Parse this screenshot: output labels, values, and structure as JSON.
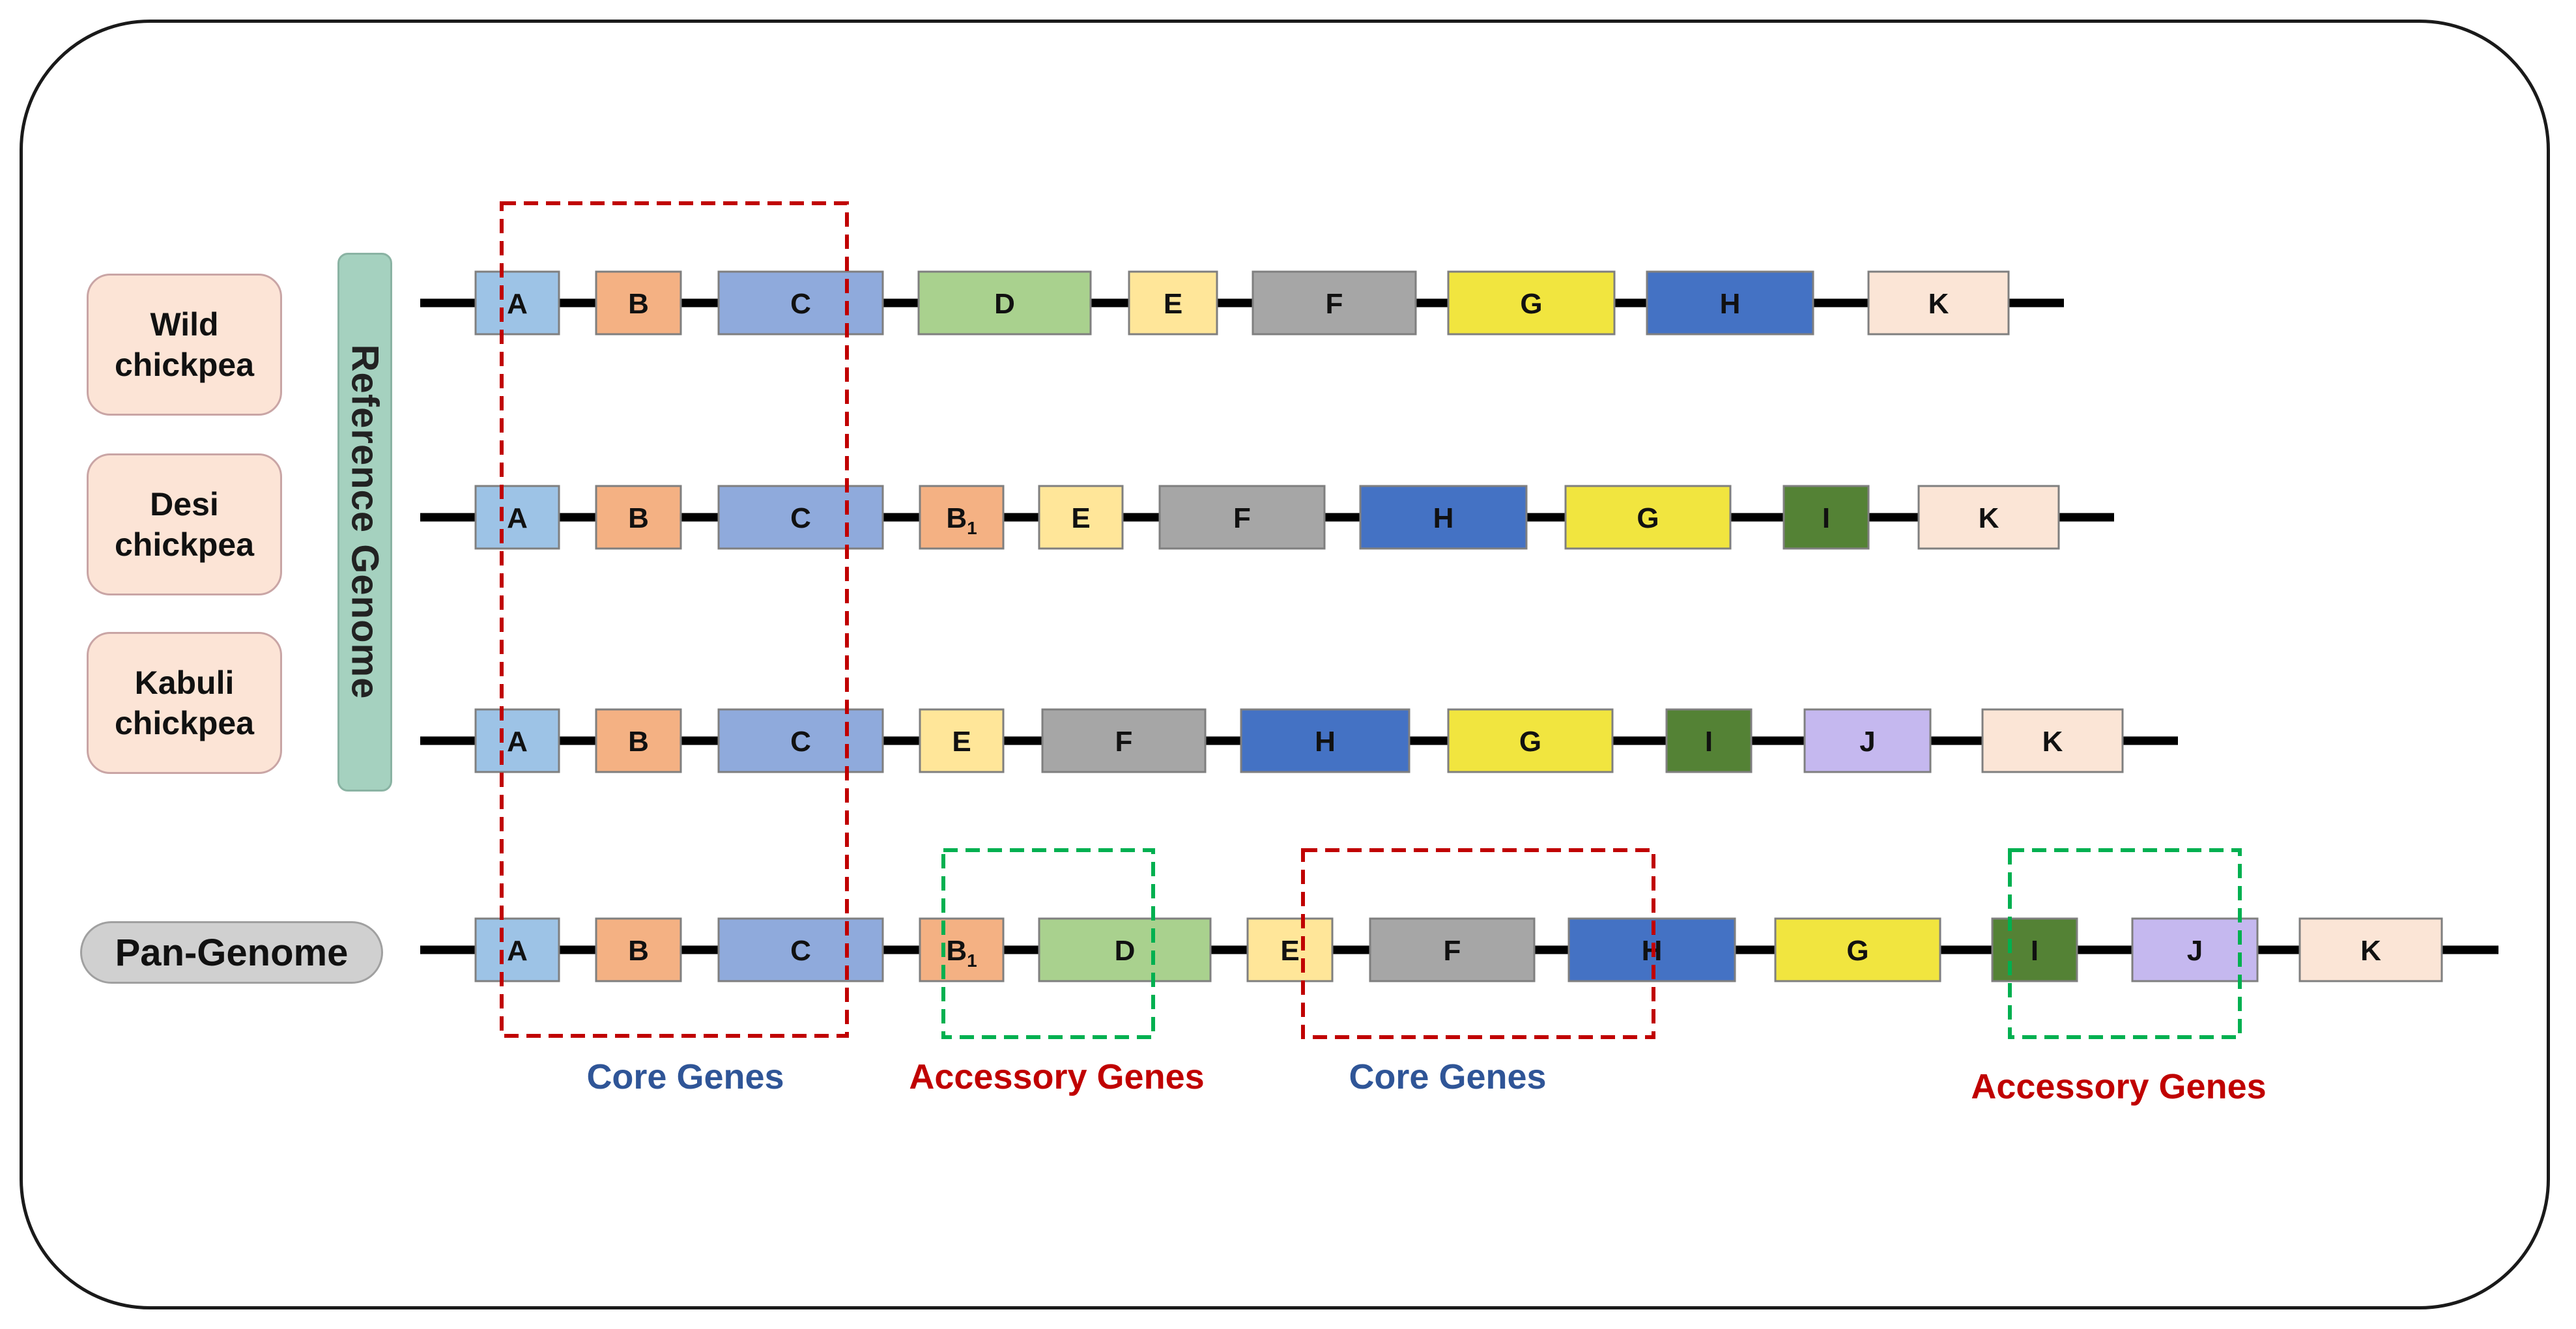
{
  "strains": [
    {
      "label": "Wild\nchickpea"
    },
    {
      "label": "Desi\nchickpea"
    },
    {
      "label": "Kabuli\nchickpea"
    }
  ],
  "reference_label": "Reference Genome",
  "pan_label": "Pan-Genome",
  "colors": {
    "A": "#9dc3e6",
    "B": "#f4b183",
    "C": "#8faadc",
    "D": "#a9d18e",
    "E": "#ffe699",
    "F": "#a6a6a6",
    "G": "#f1e53f",
    "H": "#4472c4",
    "I": "#548235",
    "J": "#c5b8ef",
    "K": "#fbe5d6",
    "core": "#c00000",
    "accessory": "#00b050",
    "core_text": "#2f5597",
    "accessory_text": "#c00000"
  },
  "rows": [
    {
      "genes": [
        {
          "id": "A",
          "label": "A"
        },
        {
          "id": "B",
          "label": "B"
        },
        {
          "id": "C",
          "label": "C"
        },
        {
          "id": "D",
          "label": "D"
        },
        {
          "id": "E",
          "label": "E"
        },
        {
          "id": "F",
          "label": "F"
        },
        {
          "id": "G",
          "label": "G"
        },
        {
          "id": "H",
          "label": "H"
        },
        {
          "id": "K",
          "label": "K"
        }
      ]
    },
    {
      "genes": [
        {
          "id": "A",
          "label": "A"
        },
        {
          "id": "B",
          "label": "B"
        },
        {
          "id": "C",
          "label": "C"
        },
        {
          "id": "B",
          "label": "B",
          "sub": "1"
        },
        {
          "id": "E",
          "label": "E"
        },
        {
          "id": "F",
          "label": "F"
        },
        {
          "id": "H",
          "label": "H"
        },
        {
          "id": "G",
          "label": "G"
        },
        {
          "id": "I",
          "label": "I"
        },
        {
          "id": "K",
          "label": "K"
        }
      ]
    },
    {
      "genes": [
        {
          "id": "A",
          "label": "A"
        },
        {
          "id": "B",
          "label": "B"
        },
        {
          "id": "C",
          "label": "C"
        },
        {
          "id": "E",
          "label": "E"
        },
        {
          "id": "F",
          "label": "F"
        },
        {
          "id": "H",
          "label": "H"
        },
        {
          "id": "G",
          "label": "G"
        },
        {
          "id": "I",
          "label": "I"
        },
        {
          "id": "J",
          "label": "J"
        },
        {
          "id": "K",
          "label": "K"
        }
      ]
    },
    {
      "genes": [
        {
          "id": "A",
          "label": "A"
        },
        {
          "id": "B",
          "label": "B"
        },
        {
          "id": "C",
          "label": "C"
        },
        {
          "id": "B",
          "label": "B",
          "sub": "1"
        },
        {
          "id": "D",
          "label": "D"
        },
        {
          "id": "E",
          "label": "E"
        },
        {
          "id": "F",
          "label": "F"
        },
        {
          "id": "H",
          "label": "H"
        },
        {
          "id": "G",
          "label": "G"
        },
        {
          "id": "I",
          "label": "I"
        },
        {
          "id": "J",
          "label": "J"
        },
        {
          "id": "K",
          "label": "K"
        }
      ]
    }
  ],
  "captions": [
    {
      "text": "Core Genes",
      "type": "core"
    },
    {
      "text": "Accessory Genes",
      "type": "accessory"
    },
    {
      "text": "Core Genes",
      "type": "core"
    },
    {
      "text": "Accessory Genes",
      "type": "accessory"
    }
  ]
}
